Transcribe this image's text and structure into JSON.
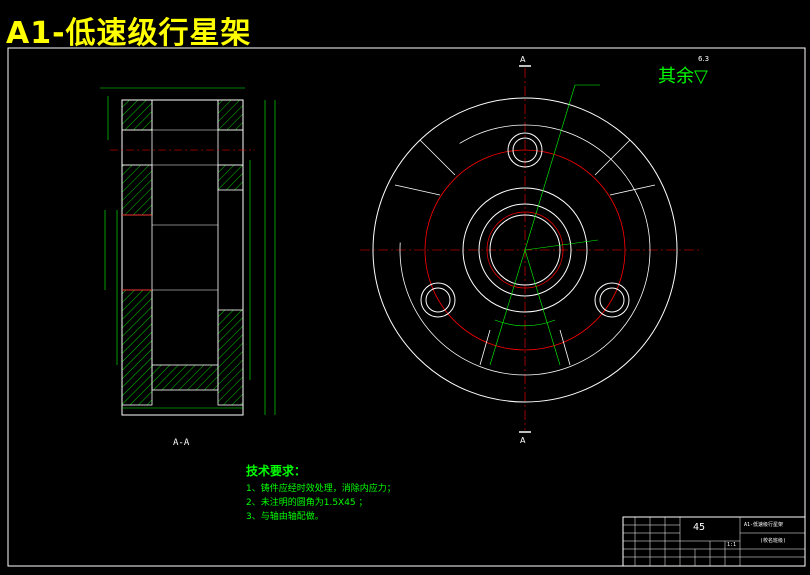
{
  "title": "A1-低速级行星架",
  "surface_finish": {
    "label": "其余",
    "ra_value": "6.3"
  },
  "section_marks": {
    "top": "A",
    "bottom": "A",
    "view_label": "A-A"
  },
  "technical_requirements": {
    "heading": "技术要求：",
    "items": [
      "1、铸件应经时效处理，消除内应力；",
      "2、未注明的圆角为1.5X45 ；",
      "3、与轴由轴配做。"
    ]
  },
  "title_block": {
    "material": "45",
    "drawing_name": "A1-低速级行星架",
    "scale": "1:1",
    "company": "(校名班级)"
  },
  "colors": {
    "background": "#000000",
    "title": "#ffff00",
    "notes": "#00ff00",
    "center_lines": "#ff0000",
    "hatch": "#00ff00",
    "outline": "#ffffff"
  }
}
